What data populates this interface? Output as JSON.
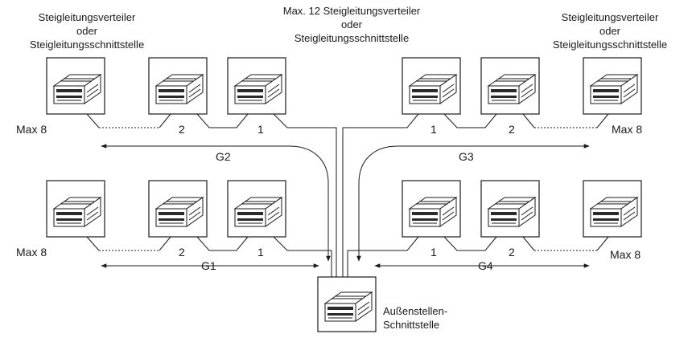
{
  "labels": {
    "top_left": [
      "Steigleitungsverteiler",
      "oder",
      "Steigleitungsschnittstelle"
    ],
    "top_center": [
      "Max. 12 Steigleitungsverteiler",
      "oder",
      "Steigleitungsschnittstelle"
    ],
    "top_right": [
      "Steigleitungsverteiler",
      "oder",
      "Steigleitungsschnittstelle"
    ],
    "max": "Max 8",
    "num1": "1",
    "num2": "2",
    "g1": "G1",
    "g2": "G2",
    "g3": "G3",
    "g4": "G4",
    "interface": [
      "Außenstellen-",
      "Schnittstelle"
    ]
  }
}
